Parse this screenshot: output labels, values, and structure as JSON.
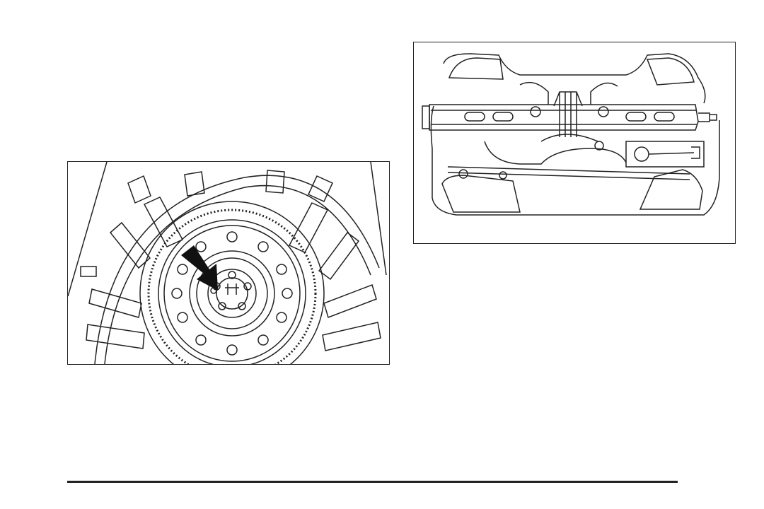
{
  "page": {
    "background": "#ffffff",
    "line_color": "#222222"
  },
  "figures": [
    {
      "id": "spare-tire",
      "icon": "spare-tire-with-arrow-illustration"
    },
    {
      "id": "jack-tools",
      "icon": "jack-and-tools-tray-illustration"
    }
  ]
}
